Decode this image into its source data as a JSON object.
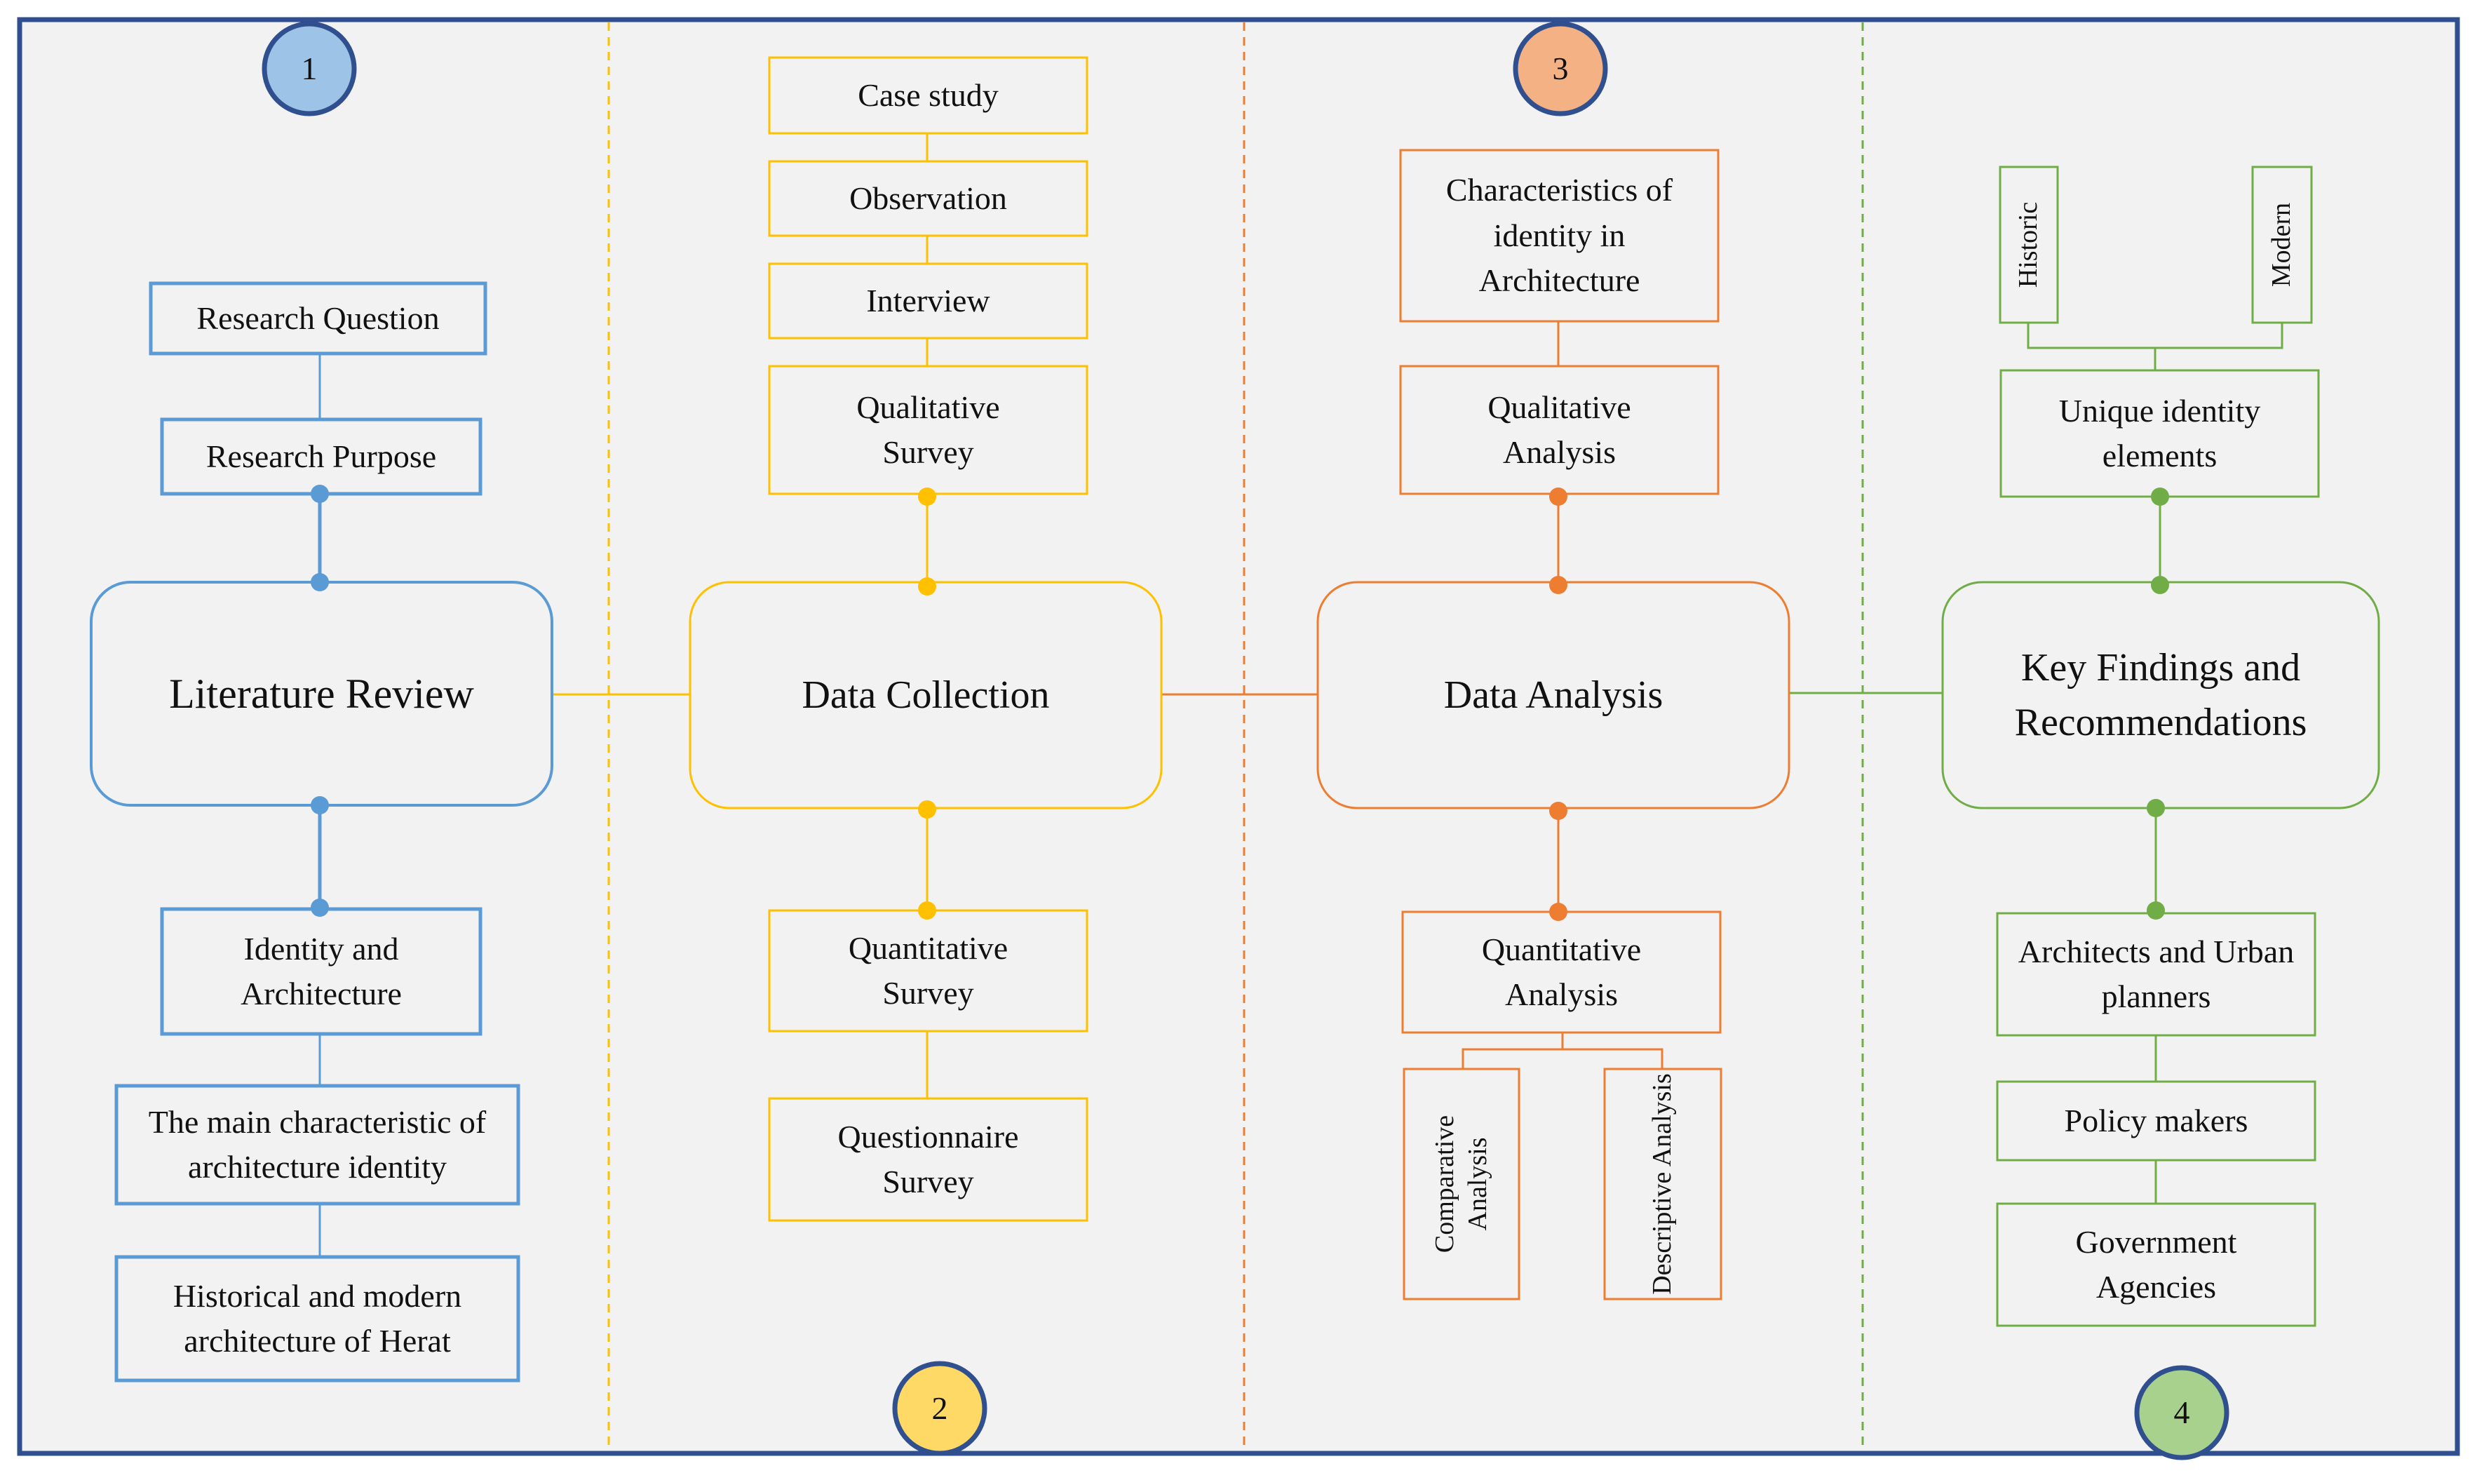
{
  "colors": {
    "frame": "#2f4f8f",
    "background": "#f2f2f2",
    "blue": "#5b9bd5",
    "yellow": "#ffc000",
    "orange": "#ed7d31",
    "green": "#70ad47",
    "badge1": "#9dc3e6",
    "badge2": "#ffd966",
    "badge3": "#f4b183",
    "badge4": "#a9d18e"
  },
  "badges": [
    "1",
    "2",
    "3",
    "4"
  ],
  "stage1": {
    "main": "Literature Review",
    "above": [
      "Research Question",
      "Research Purpose"
    ],
    "below": [
      "Identity and Architecture",
      "The main characteristic of architecture identity",
      "Historical and modern architecture of Herat"
    ]
  },
  "stage2": {
    "main": "Data Collection",
    "above": [
      "Case study",
      "Observation",
      "Interview",
      "Qualitative Survey"
    ],
    "below": [
      "Quantitative Survey",
      "Questionnaire Survey"
    ]
  },
  "stage3": {
    "main": "Data Analysis",
    "above": [
      "Characteristics of identity in Architecture",
      "Qualitative Analysis"
    ],
    "below": [
      "Quantitative Analysis"
    ],
    "sub": [
      "Comparative Analysis",
      "Descriptive Analysis"
    ]
  },
  "stage4": {
    "main": "Key Findings and Recommendations",
    "top": [
      "Historic",
      "Modern"
    ],
    "above": [
      "Unique identity elements"
    ],
    "below": [
      "Architects and Urban planners",
      "Policy makers",
      "Government Agencies"
    ]
  }
}
